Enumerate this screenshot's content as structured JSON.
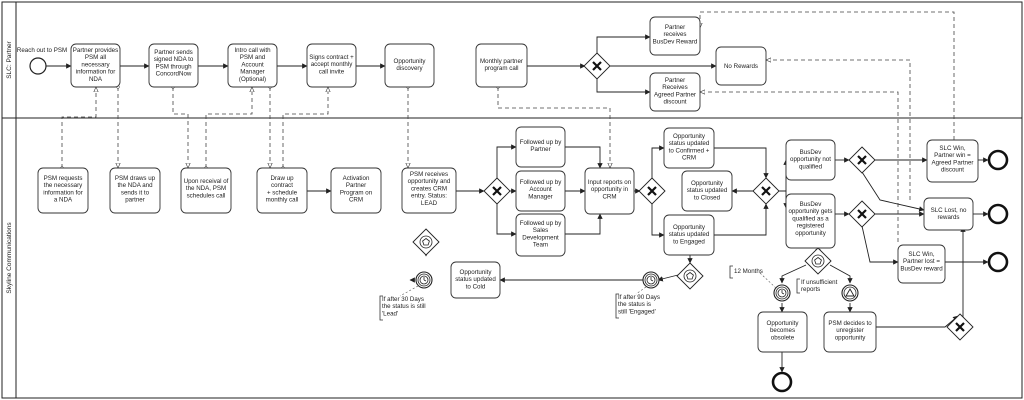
{
  "pools": {
    "partner": "SLC: Partner",
    "skyline": "Skyline Communications"
  },
  "events": {
    "start": "Reach out to PSM"
  },
  "tasks": {
    "p_nda": [
      "Partner provides",
      "PSM all",
      "necessary",
      "information for",
      "NDA"
    ],
    "p_sends": [
      "Partner sends",
      "signed NDA to",
      "PSM through",
      "ConcordNow"
    ],
    "p_intro": [
      "Intro call with",
      "PSM and",
      "Account",
      "Manager",
      "(Optional)"
    ],
    "p_signs": [
      "Signs contract +",
      "accept monthly",
      "call invite"
    ],
    "p_opp": [
      "Opportunity",
      "discovery"
    ],
    "p_monthly": [
      "Monthly partner",
      "program call"
    ],
    "p_busdev": [
      "Partner",
      "receives",
      "BusDev Reward"
    ],
    "p_norew": [
      "No Rewards"
    ],
    "p_agreed": [
      "Partner",
      "Receives",
      "Agreed Partner",
      "discount"
    ],
    "s_req": [
      "PSM requests",
      "the necessary",
      "information for",
      "a NDA"
    ],
    "s_draws": [
      "PSM draws up",
      "the NDA and",
      "sends it to",
      "partner"
    ],
    "s_upon": [
      "Upon receival of",
      "the NDA, PSM",
      "schedules call"
    ],
    "s_drawcontract": [
      "Draw up",
      "contract",
      "+ schedule",
      "monthly call"
    ],
    "s_activation": [
      "Activation",
      "Partner",
      "Program on",
      "CRM"
    ],
    "s_receives": [
      "PSM receives",
      "opportunity and",
      "creates CRM",
      "entry. Status:",
      "LEAD"
    ],
    "s_fpartner": [
      "Followed up by",
      "Partner"
    ],
    "s_faccount": [
      "Followed up by",
      "Account",
      "Manager"
    ],
    "s_fsales": [
      "Followed up by",
      "Sales",
      "Development",
      "Team"
    ],
    "s_input": [
      "Input reports on",
      "opportunity in",
      "CRM"
    ],
    "s_confirmed": [
      "Opportunity",
      "status updated",
      "to Confirmed +",
      "CRM"
    ],
    "s_closed": [
      "Opportunity",
      "status updated",
      "to Closed"
    ],
    "s_engaged": [
      "Opportunity",
      "status updated",
      "to Engaged"
    ],
    "s_cold": [
      "Opportunity",
      "status updated",
      "to Cold"
    ],
    "s_notqual": [
      "BusDev",
      "opportunity not",
      "qualified"
    ],
    "s_qual": [
      "BusDev",
      "opportunity gets",
      "qualified as a",
      "registered",
      "opportunity"
    ],
    "s_slcwin": [
      "SLC Win,",
      "Partner win =",
      "Agreed Partner",
      "discount"
    ],
    "s_slclost": [
      "SLC Lost, no",
      "rewards"
    ],
    "s_slcwin2": [
      "SLC Win,",
      "Partner lost =",
      "BusDev reward"
    ],
    "s_obsolete": [
      "Opportunity",
      "becomes",
      "obsolete"
    ],
    "s_unregister": [
      "PSM decides to",
      "unregister",
      "opportunity"
    ]
  },
  "annotations": {
    "a30": [
      "If after 30 Days",
      "the status is still",
      "'Lead'"
    ],
    "a90": [
      "If after 90 Days",
      "the status is",
      "still 'Engaged'"
    ],
    "a12": [
      "12 Months"
    ],
    "ainsuf": [
      "If unsufficient",
      "reports"
    ]
  }
}
